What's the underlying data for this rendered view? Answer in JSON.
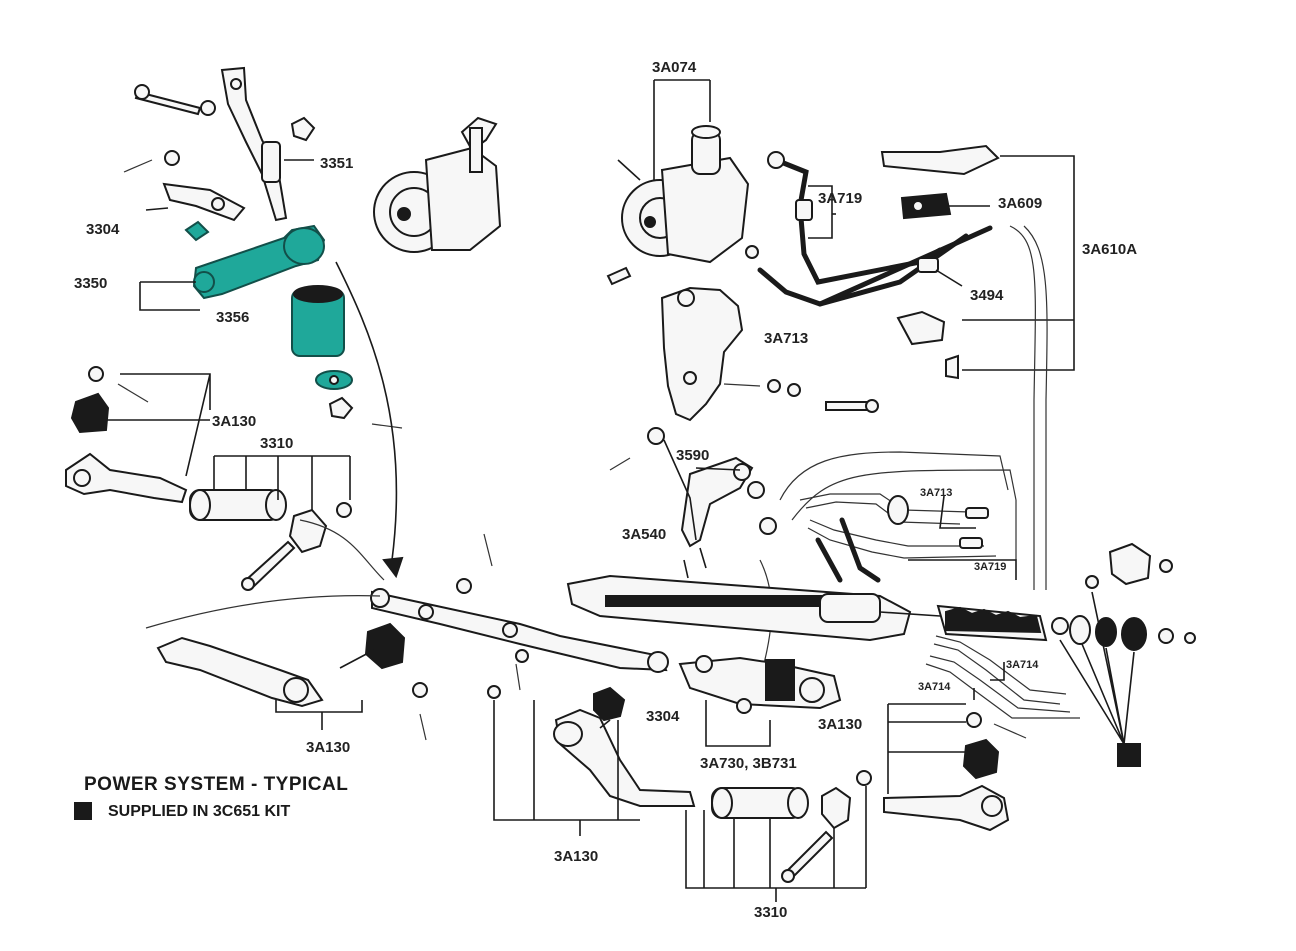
{
  "title": "POWER SYSTEM - TYPICAL",
  "legend": {
    "text": "SUPPLIED IN 3C651 KIT",
    "swatch_color": "#1a1a1a"
  },
  "highlight_color": "#1fa89a",
  "labels": {
    "p3351": "3351",
    "p3304_left": "3304",
    "p3350": "3350",
    "p3356": "3356",
    "p3A130_upper_left": "3A130",
    "p3310_left": "3310",
    "p3A130_lower_left": "3A130",
    "p3304_center": "3304",
    "p3A074": "3A074",
    "p3A719_top": "3A719",
    "p3A609": "3A609",
    "p3A610A": "3A610A",
    "p3494": "3494",
    "p3A713_top": "3A713",
    "p3590": "3590",
    "p3A713_mid": "3A713",
    "p3A540": "3A540",
    "p3A719_mid": "3A719",
    "p3A714_a": "3A714",
    "p3A714_b": "3A714",
    "p3A130_right": "3A130",
    "p3A730": "3A730, 3B731",
    "p3A130_bottom": "3A130",
    "p3310_bottom": "3310"
  }
}
